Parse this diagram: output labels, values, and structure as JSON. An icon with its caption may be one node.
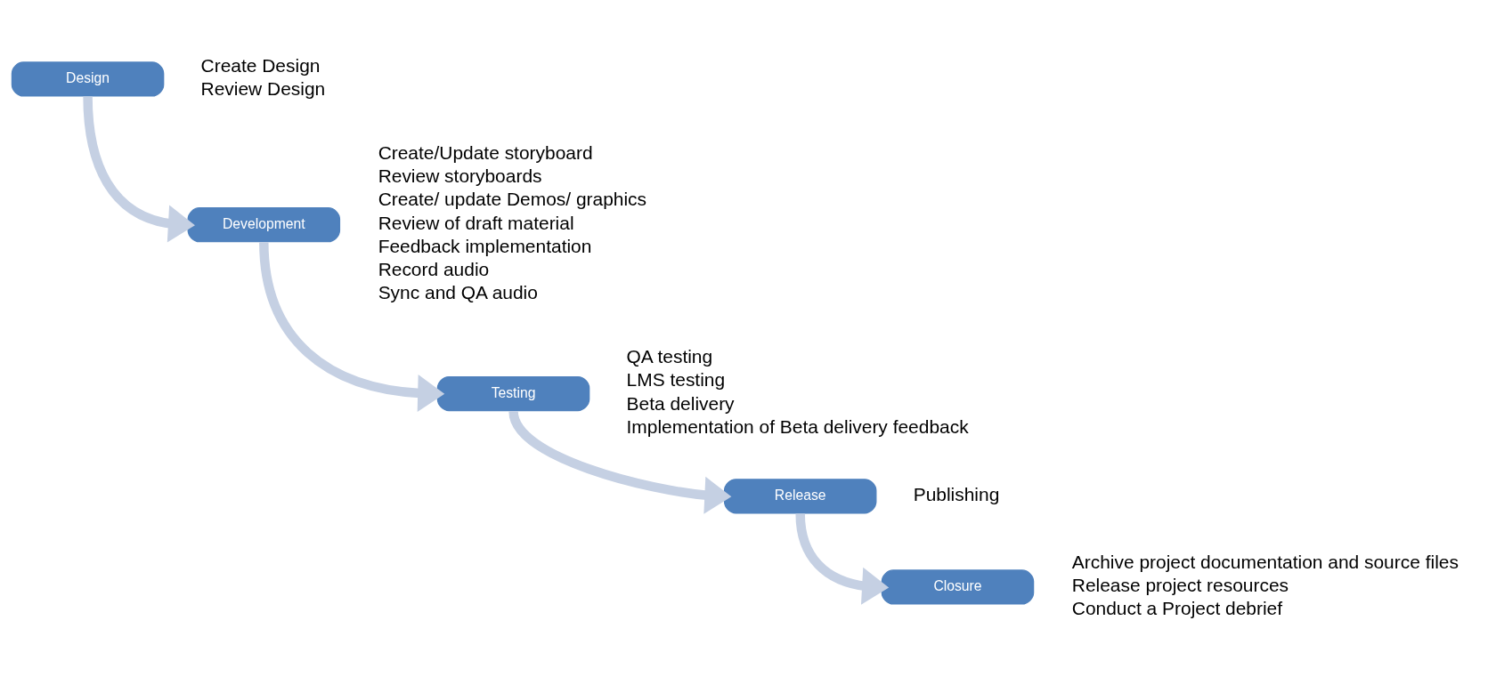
{
  "diagram": {
    "nodes": [
      {
        "text": [
          "Design"
        ],
        "beside": [
          "Create Design",
          "Review Design"
        ]
      },
      {
        "text": [
          "Development"
        ],
        "beside": [
          "Create/Update storyboard",
          "Review storyboards",
          "Create/ update Demos/ graphics",
          "Review of draft material",
          "Feedback implementation",
          "Record audio",
          "Sync and QA audio"
        ]
      },
      {
        "text": [
          "Testing"
        ],
        "beside": [
          "QA testing",
          "LMS testing",
          "Beta delivery",
          "Implementation of Beta delivery feedback"
        ]
      },
      {
        "text": [
          "Release"
        ],
        "beside": [
          "Publishing"
        ]
      },
      {
        "text": [
          "Closure"
        ],
        "beside": [
          "Archive project documentation and source files",
          "Release project resources",
          "Conduct a Project debrief"
        ]
      }
    ],
    "edges": [
      {
        "from": 0,
        "to": 1,
        "arrow": "to"
      },
      {
        "from": 1,
        "to": 2,
        "arrow": "to"
      },
      {
        "from": 2,
        "to": 3,
        "arrow": "to"
      },
      {
        "from": 3,
        "to": 4,
        "arrow": "to"
      }
    ]
  }
}
